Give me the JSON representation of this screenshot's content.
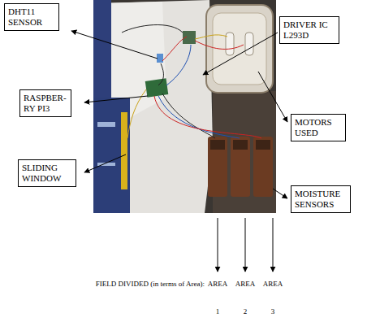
{
  "diagram": {
    "nodes": [
      {
        "text": [
          "DHT11 SENSOR"
        ]
      },
      {
        "text": [
          "DRIVER IC L293D"
        ]
      },
      {
        "text": [
          "RASPBER- RY PI3"
        ]
      },
      {
        "text": [
          "MOTORS USED"
        ]
      },
      {
        "text": [
          "SLIDING WINDOW"
        ]
      },
      {
        "text": [
          "MOISTURE SENSORS"
        ]
      }
    ],
    "labels": [
      "FIELD DIVIDED (in terms of Area):",
      "AREA",
      "AREA",
      "AREA",
      "1",
      "2",
      "3"
    ]
  }
}
